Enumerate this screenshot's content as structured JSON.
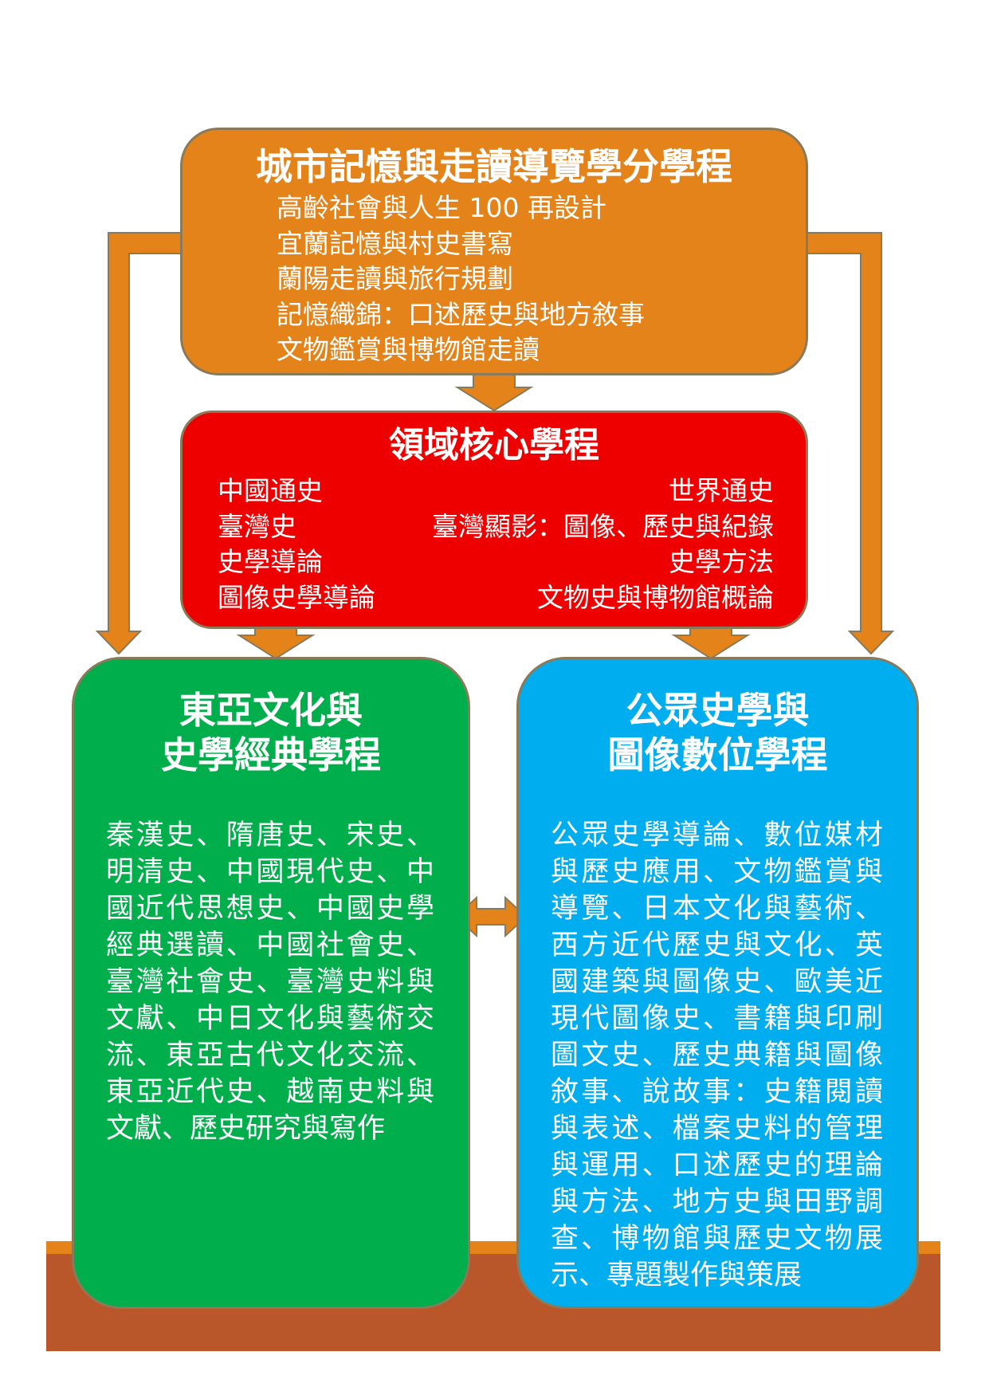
{
  "colors": {
    "top_box": "#e3831a",
    "core_box": "#ef0000",
    "left_box": "#00ae4c",
    "right_box": "#00adef",
    "arrow": "#e3831a",
    "ground_band": "#b9572a"
  },
  "top_program": {
    "title": "城市記憶與走讀導覽學分學程",
    "courses": [
      "高齡社會與人生 100 再設計",
      "宜蘭記憶與村史書寫",
      "蘭陽走讀與旅行規劃",
      "記憶織錦：口述歷史與地方敘事",
      "文物鑑賞與博物館走讀"
    ]
  },
  "core_program": {
    "title": "領域核心學程",
    "rows": [
      {
        "left": "中國通史",
        "right": "世界通史"
      },
      {
        "left": "臺灣史",
        "right": "臺灣顯影：圖像、歷史與紀錄"
      },
      {
        "left": "史學導論",
        "right": "史學方法"
      },
      {
        "left": "圖像史學導論",
        "right": "文物史與博物館概論"
      }
    ]
  },
  "left_program": {
    "title_line1": "東亞文化與",
    "title_line2": "史學經典學程",
    "courses": "秦漢史、隋唐史、宋史、明清史、中國現代史、中國近代思想史、中國史學經典選讀、中國社會史、臺灣社會史、臺灣史料與文獻、中日文化與藝術交流、東亞古代文化交流、東亞近代史、越南史料與文獻、歷史研究與寫作"
  },
  "right_program": {
    "title_line1": "公眾史學與",
    "title_line2": "圖像數位學程",
    "courses": "公眾史學導論、數位媒材與歷史應用、文物鑑賞與導覽、日本文化與藝術、西方近代歷史與文化、英國建築與圖像史、歐美近現代圖像史、書籍與印刷圖文史、歷史典籍與圖像敘事、說故事：史籍閱讀與表述、檔案史料的管理與運用、口述歷史的理論與方法、地方史與田野調查、博物館與歷史文物展示、專題製作與策展"
  }
}
